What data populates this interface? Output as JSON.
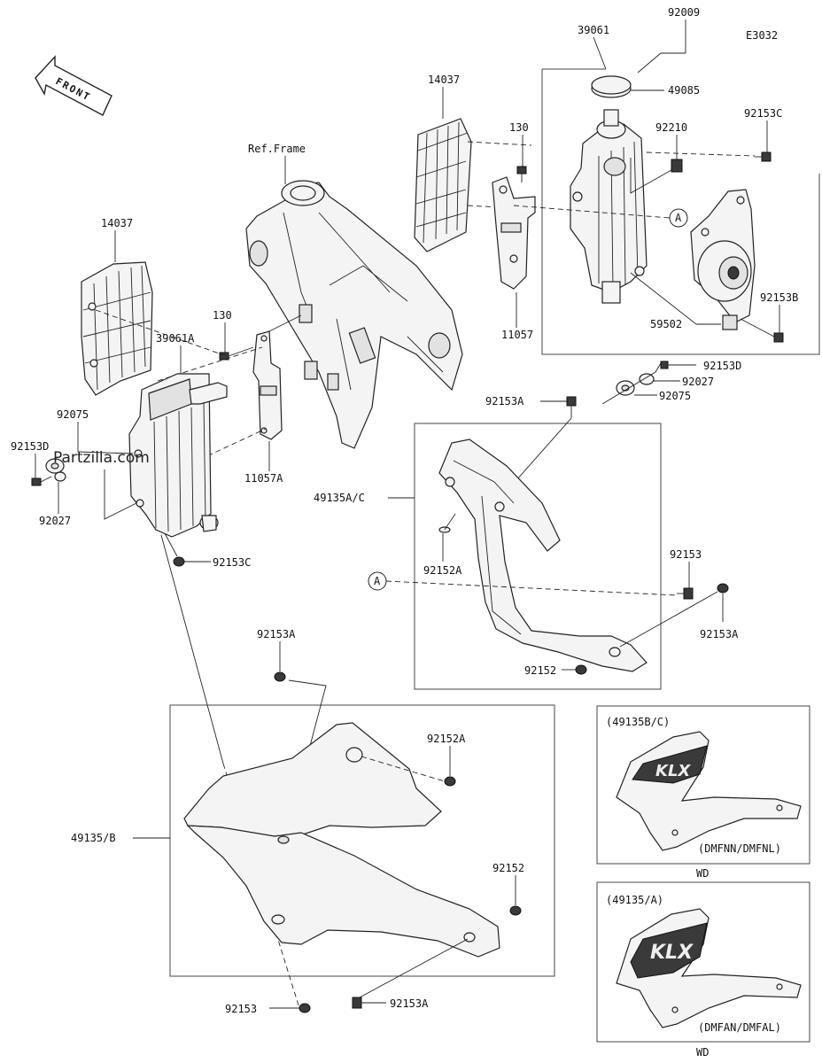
{
  "diagram_code": "E3032",
  "front_arrow_label": "FRONT",
  "ref_frame_label": "Ref.Frame",
  "watermark": "Partzilla.com",
  "labels": {
    "p92009": "92009",
    "p39061": "39061",
    "p49085": "49085",
    "p14037_top": "14037",
    "p130_top": "130",
    "p92210": "92210",
    "p92153C_top": "92153C",
    "callout_a_top": "A",
    "p11057": "11057",
    "p92153B": "92153B",
    "p59502": "59502",
    "p92153D_right": "92153D",
    "p92027_right": "92027",
    "p92075_right": "92075",
    "p14037_left": "14037",
    "p130_left": "130",
    "p39061A": "39061A",
    "p11057A": "11057A",
    "p92075_left": "92075",
    "p92153D_left": "92153D",
    "p92027_left": "92027",
    "p92153C_left": "92153C",
    "p92153A_mid": "92153A",
    "p49135AC": "49135A/C",
    "p92152A_mid": "92152A",
    "callout_a_mid": "A",
    "p92153_mid": "92153",
    "p92153A_mid_right": "92153A",
    "p92152_mid": "92152",
    "p92153A_low": "92153A",
    "p92152A_low": "92152A",
    "p49135B": "49135/B",
    "p92152_low": "92152",
    "p92153_bottom": "92153",
    "p92153A_bottom": "92153A"
  },
  "insets": [
    {
      "title": "(49135B/C)",
      "model": "(DMFNN/DMFNL)",
      "caption": "WD"
    },
    {
      "title": "(49135/A)",
      "model": "(DMFAN/DMFAL)",
      "caption": "WD"
    }
  ]
}
